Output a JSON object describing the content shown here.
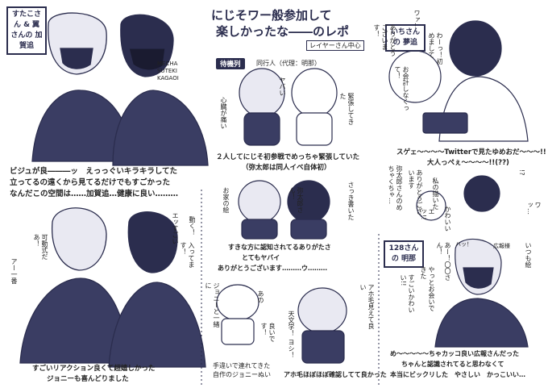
{
  "title": {
    "line1": "にじそワー般参加して",
    "line2": "楽しかったな――のレポ",
    "subtitle": "レイヤーさん中心"
  },
  "labels": {
    "sutako": "すたこさん & 翼さんの 加賀追",
    "ichi": "いちさんの 夢追",
    "p128": "128さんの 明那"
  },
  "tags": {
    "waiting": "待機列",
    "companion": "同行人（代理：明那）",
    "mecha": "MECHA SUTEKI KAGAOI"
  },
  "captions": {
    "c1a": "ビジュが良―――ッ　えっっぐいキラキラしてた",
    "c1b": "立ってるの遠くから見てるだけでもすごかった",
    "c1c": "なんだこの空間は……加賀追…健康に良い………",
    "c2a": "すごいリアクション良くて超嬉しかった",
    "c2b": "ジョニーも喜んどりました",
    "c3a": "２人してにじそ初参戦でめっちゃ緊張していた",
    "c3b": "（弥太郎は同人イベ自体初）",
    "c4a": "すきな方に認知されてるありがたさ",
    "c4b": "とてもヤバイ",
    "c4c": "ありがとうございます………ウ………",
    "c5a": "手違いで連れてきた",
    "c5b": "自作のジョニーぬい",
    "c6": "アホ毛ほぼほぼ確認してて良かった",
    "c7a": "スゲェ～～～～Twitterで見たゆめおだ～～～!!",
    "c7b": "大人っぺぇ～～～～!!(??)",
    "c8a": "め～～～～～ちゃカッコ良い広報さんだった",
    "c8b": "ちゃんと認識されてると思わなくて",
    "c8c": "本当にビックリした　やさしい　かっこいい…"
  },
  "speech": {
    "s1": "エッすごい",
    "s2": "可動式だあ！",
    "s3": "アー一番",
    "s4": "動く！",
    "s5": "入ってます！",
    "s6": "心臓が痛い",
    "s7": "ヤバい",
    "s8": "緊張してきた",
    "s9": "わーっ！初めまして",
    "s10": "ありがとうございます！",
    "s11": "お会計しなくって！",
    "s12": "弥太郎さん！",
    "s13": "さっき書いた",
    "s14": "お家の絵",
    "s15": "ありがとうございます",
    "s16": "弥太郎さんのめちゃくちゃ…",
    "s17": "あの",
    "s18": "良いです！",
    "s19": "天文学！",
    "s20": "ヨシ！",
    "s21": "アホ毛見えて良い",
    "s22": "あー！〇〇さん！",
    "s23": "やっとお会いできた",
    "s24": "すごいかわいい!!",
    "s25": "エッ!!",
    "s26": "!?",
    "s27": "かわいい",
    "s28": "いつも絵",
    "s29": "私の描いた",
    "s30": "ワァ…",
    "s31": "ワッ…",
    "s32": "ジョニーと一緒に",
    "s33": "ハッ！",
    "s34": "広報様"
  },
  "colors": {
    "ink": "#2b2d4e",
    "paper": "#ffffff"
  }
}
